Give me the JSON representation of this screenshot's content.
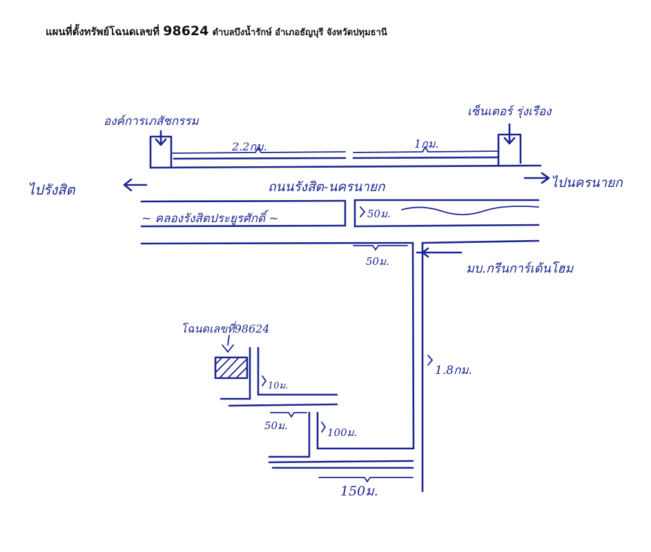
{
  "header": {
    "prefix": "แผนที่ตั้งทรัพย์โฉนดเลขที่",
    "deed_number": "98624",
    "location": "ตำบลบึงน้ำรักษ์ อำเภอธัญบุรี จังหวัดปทุมธานี"
  },
  "map": {
    "landmarks": {
      "sao": "องค์การเภสัชกรรม",
      "center": "เซ็นเตอร์ รุ่งเรือง",
      "deed": "โฉนดเลขที่98624",
      "village": "มบ.กรีนการ์เด้นโฮม"
    },
    "roads": {
      "main": "ถนนรังสิต-นครนายก",
      "to_rangsit": "ไปรังสิต",
      "to_nakhon": "ไปนครนายก",
      "canal": "~ คลองรังสิตประยูรศักดิ์ ~"
    },
    "distances": {
      "d_22km": "2.2กม.",
      "d_1km": "1กม.",
      "d_50m_canal": "50ม.",
      "d_50m_soi": "50ม.",
      "d_18km": "1.8กม.",
      "d_10m": "10ม.",
      "d_50m_b": "50ม.",
      "d_100m": "100ม.",
      "d_150m": "150ม."
    }
  }
}
